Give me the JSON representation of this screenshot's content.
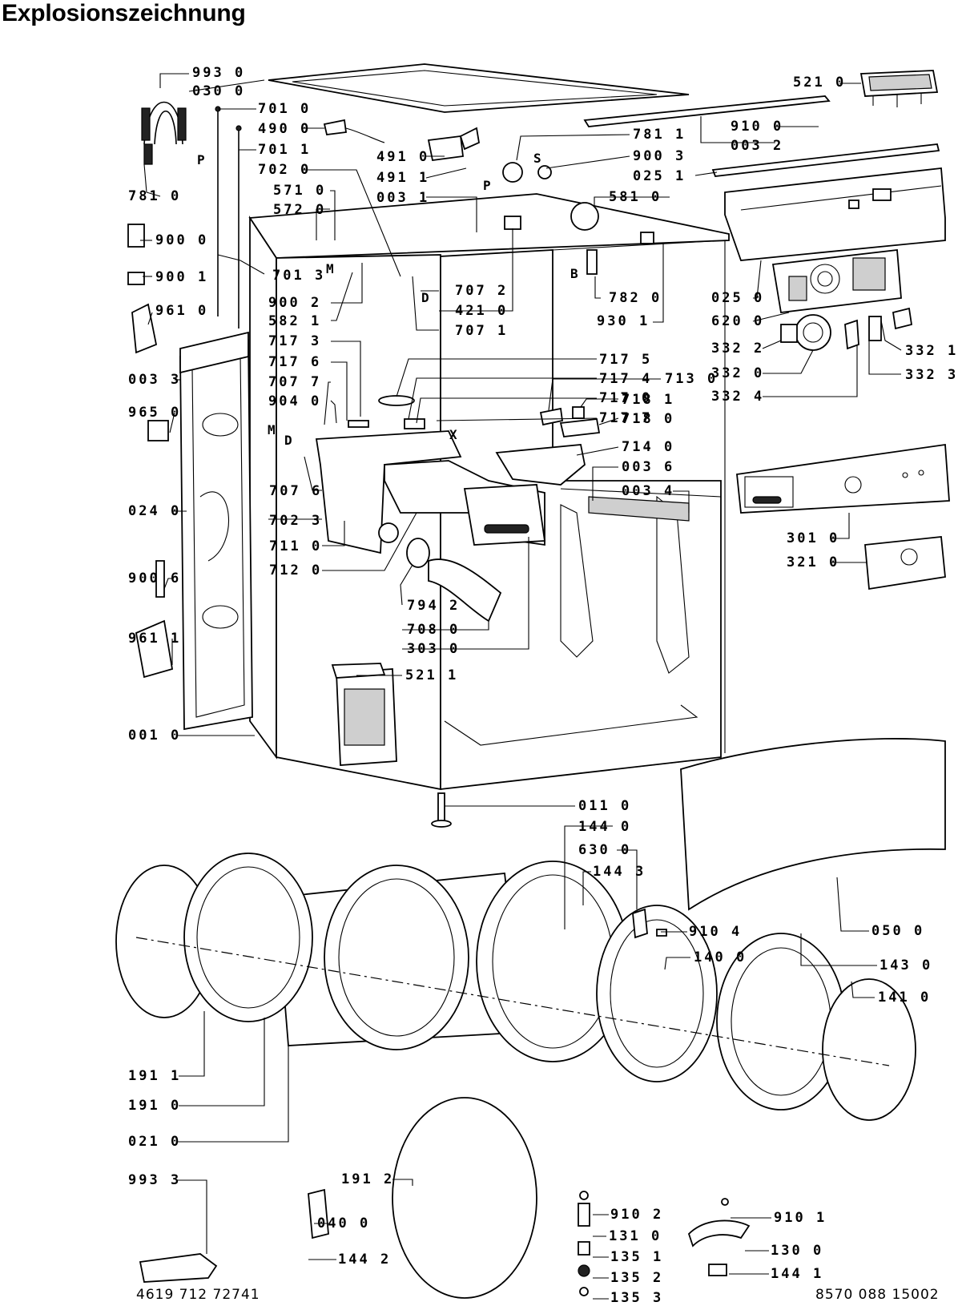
{
  "title": "Explosionszeichnung",
  "footer": {
    "left": "4619 712 72741",
    "right": "8570 088 15002"
  },
  "markers": {
    "P": "P",
    "S": "S",
    "B": "B",
    "M": "M",
    "D": "D",
    "X": "X"
  },
  "parts": [
    "993 0",
    "030 0",
    "701 0",
    "490 0",
    "701 1",
    "781 0",
    "702 0",
    "571 0",
    "572 0",
    "900 0",
    "900 1",
    "701 3",
    "961 0",
    "491 0",
    "491 1",
    "003 1",
    "781 1",
    "900 3",
    "521 0",
    "910 0",
    "003 2",
    "025 1",
    "581 0",
    "707 2",
    "421 0",
    "707 1",
    "900 2",
    "582 1",
    "782 0",
    "930 1",
    "025 0",
    "620 0",
    "332 2",
    "332 1",
    "332 0",
    "332 3",
    "332 4",
    "717 3",
    "717 6",
    "717 5",
    "717 4",
    "707 7",
    "717 0",
    "904 0",
    "717 7",
    "713 0",
    "718 1",
    "718 0",
    "714 0",
    "003 3",
    "965 0",
    "707 6",
    "003 6",
    "003 4",
    "702 3",
    "024 0",
    "711 0",
    "712 0",
    "301 0",
    "321 0",
    "900 6",
    "794 2",
    "708 0",
    "303 0",
    "961 1",
    "521 1",
    "001 0",
    "011 0",
    "144 0",
    "630 0",
    "144 3",
    "910 4",
    "050 0",
    "140 0",
    "143 0",
    "141 0",
    "191 1",
    "191 0",
    "021 0",
    "993 3",
    "191 2",
    "910 2",
    "131 0",
    "910 1",
    "040 0",
    "130 0",
    "135 1",
    "144 2",
    "135 2",
    "144 1",
    "135 3"
  ]
}
